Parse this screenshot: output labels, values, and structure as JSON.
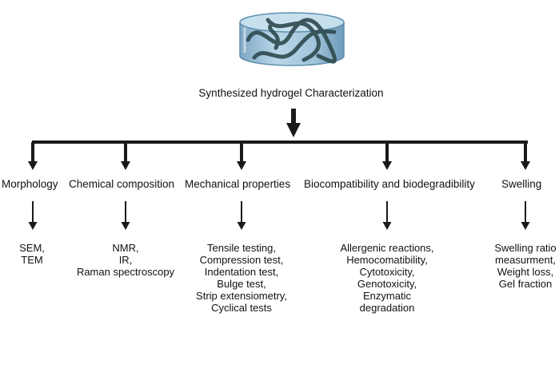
{
  "title": "Synthesized hydrogel Characterization",
  "categories": [
    {
      "label": "Morphology",
      "methods": [
        "SEM,",
        "TEM"
      ]
    },
    {
      "label": "Chemical composition",
      "methods": [
        "NMR,",
        "IR,",
        "Raman spectroscopy"
      ]
    },
    {
      "label": "Mechanical properties",
      "methods": [
        "Tensile testing,",
        "Compression test,",
        "Indentation test,",
        "Bulge test,",
        "Strip extensiometry,",
        "Cyclical tests"
      ]
    },
    {
      "label": "Biocompatibility and biodegradibility",
      "methods": [
        "Allergenic reactions,",
        "Hemocomatibility,",
        "Cytotoxicity,",
        "Genotoxicity,",
        "Enzymatic",
        "degradation"
      ]
    },
    {
      "label": "Swelling",
      "methods": [
        "Swelling ratio",
        "measurment,",
        "Weight loss,",
        "Gel fraction"
      ]
    }
  ],
  "colors": {
    "line": "#1a1a1a",
    "gel_fill": "#a9cbe0",
    "gel_dark": "#6f9fbe",
    "fiber": "#2e4a4e"
  },
  "icons": {
    "hydrogel": "hydrogel-cylinder-icon"
  }
}
